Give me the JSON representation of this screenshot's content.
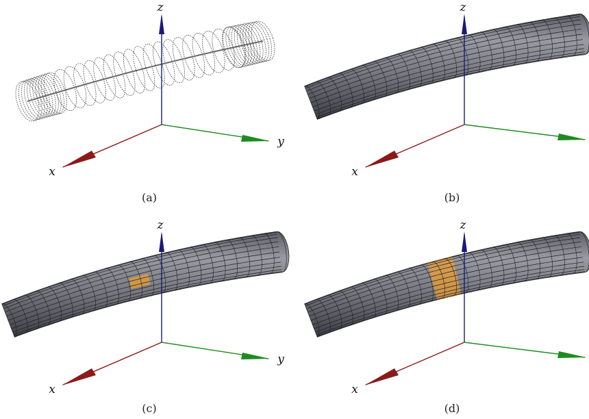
{
  "colors": {
    "tube_fill": "#7a7a82",
    "tube_light": "#a2a2aa",
    "tube_dark": "#4a4a52",
    "grid_line": "#1c1c22",
    "x_axis": "#8b1a1a",
    "y_axis": "#1e8c1e",
    "z_axis": "#1a1a7a",
    "highlight": "#f0a030"
  },
  "axes": {
    "x": "x",
    "y": "y",
    "z": "z"
  },
  "panels": [
    {
      "id": "a",
      "label": "(a)",
      "style": "wireframe"
    },
    {
      "id": "b",
      "label": "(b)",
      "style": "surface"
    },
    {
      "id": "c",
      "label": "(c)",
      "style": "surface-patch"
    },
    {
      "id": "d",
      "label": "(d)",
      "style": "surface-band"
    }
  ]
}
